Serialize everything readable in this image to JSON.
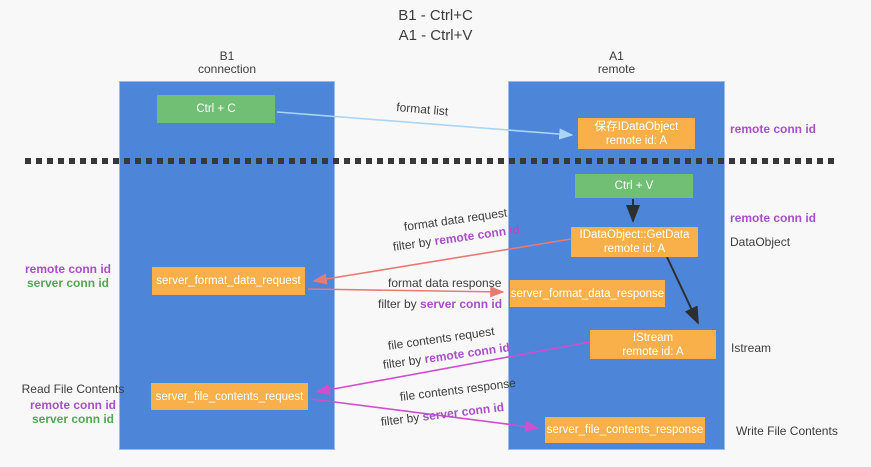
{
  "title": {
    "line1": "B1 - Ctrl+C",
    "line2": "A1 - Ctrl+V"
  },
  "columns": {
    "left": {
      "name": "B1",
      "subtitle": "connection"
    },
    "right": {
      "name": "A1",
      "subtitle": "remote"
    }
  },
  "nodes": {
    "ctrl_c": {
      "label": "Ctrl + C"
    },
    "ctrl_v": {
      "label": "Ctrl + V"
    },
    "save_idataobject": {
      "line1": "保存IDataObject",
      "line2": "remote id: A"
    },
    "idataobject_getdata": {
      "line1": "IDataObject::GetData",
      "line2": "remote id: A"
    },
    "istream": {
      "line1": "IStream",
      "line2": "remote id: A"
    },
    "server_format_data_request": {
      "label": "server_format_data_request"
    },
    "server_format_data_response": {
      "label": "server_format_data_response"
    },
    "server_file_contents_request": {
      "label": "server_file_contents_request"
    },
    "server_file_contents_response": {
      "label": "server_file_contents_response"
    }
  },
  "side_labels": {
    "right_top_remote_conn_id": "remote conn id",
    "right_mid_remote_conn_id": "remote conn id",
    "dataobject": "DataObject",
    "istream": "Istream",
    "write_file_contents": "Write File Contents",
    "read_file_contents": "Read File Contents",
    "left_format": {
      "remote": "remote conn id",
      "server": "server conn id"
    },
    "left_file": {
      "remote": "remote conn id",
      "server": "server conn id"
    }
  },
  "arrow_labels": {
    "format_list": "format list",
    "format_data_request": "format data request",
    "format_data_request_filter": {
      "prefix": "filter by ",
      "key": "remote conn id"
    },
    "format_data_response": "format data response",
    "format_data_response_filter": {
      "prefix": "filter by ",
      "key": "server conn id"
    },
    "file_contents_request": "file contents request",
    "file_contents_request_filter": {
      "prefix": "filter by ",
      "key": "remote conn id"
    },
    "file_contents_response": "file contents response",
    "file_contents_response_filter": {
      "prefix": "filter by ",
      "key": "server conn id"
    }
  },
  "colors": {
    "column_blue": "#4d86d8",
    "node_green": "#71bf74",
    "node_orange": "#f9b04a",
    "arrow_light_blue": "#a9d6f2",
    "arrow_black": "#2e2e2e",
    "arrow_salmon": "#e87a74",
    "arrow_magenta": "#cf4fcf",
    "text_purple": "#a850c8",
    "text_green": "#53a656",
    "text_dark": "#3c3c3c"
  }
}
